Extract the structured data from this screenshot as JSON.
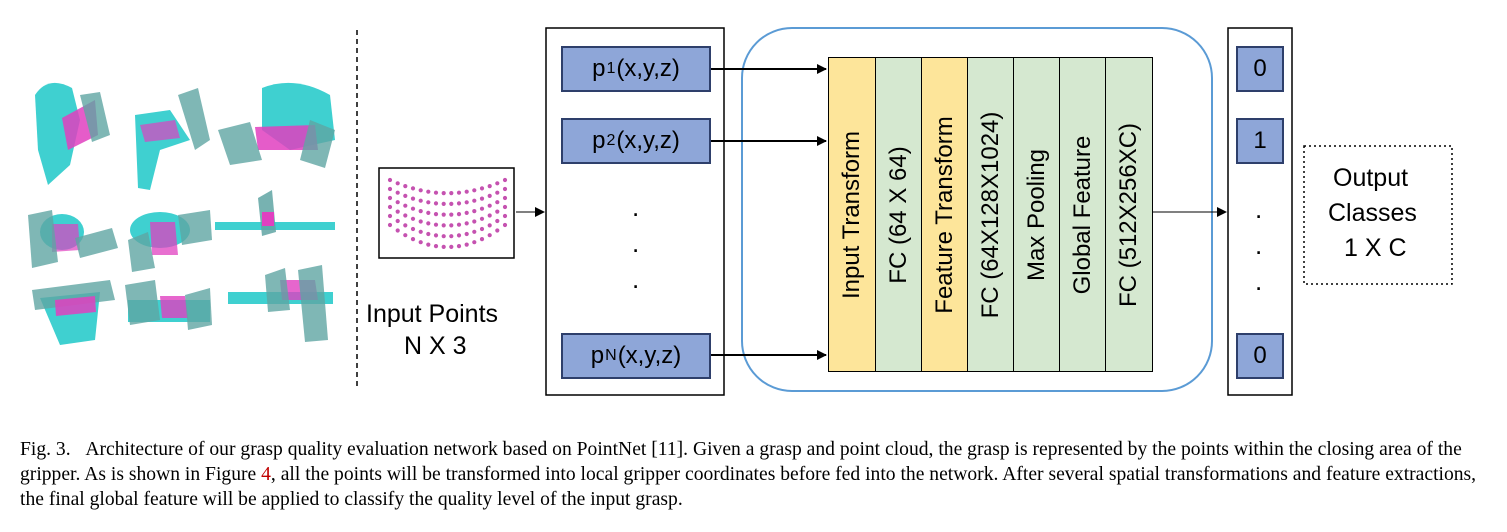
{
  "figure": {
    "input_label_line1": "Input Points",
    "input_label_line2": "N X 3",
    "points": [
      {
        "base": "p",
        "sub": "1",
        "coords": "(x,y,z)"
      },
      {
        "base": "p",
        "sub": "2",
        "coords": "(x,y,z)"
      },
      {
        "base": "p",
        "sub": "N",
        "coords": "(x,y,z)"
      }
    ],
    "ellipsis": ".",
    "layers": [
      {
        "label": "Input Transform",
        "color": "#fde59a"
      },
      {
        "label": "FC (64 X 64)",
        "color": "#d5e8d0"
      },
      {
        "label": "Feature Transform",
        "color": "#fde59a"
      },
      {
        "label": "FC (64X128X1024)",
        "color": "#d5e8d0"
      },
      {
        "label": "Max Pooling",
        "color": "#d5e8d0"
      },
      {
        "label": "Global Feature",
        "color": "#d5e8d0"
      },
      {
        "label": "FC (512X256XC)",
        "color": "#d5e8d0"
      }
    ],
    "outputs": [
      "0",
      "1",
      "0"
    ],
    "output_label_line1": "Output",
    "output_label_line2": "Classes",
    "output_label_line3": "1 X C",
    "colors": {
      "box_fill": "#8ea6d8",
      "box_border": "#2e3f6b",
      "rounded_border": "#5b9bd5",
      "point_cloud": "#c552b0",
      "object_cyan": "#3fd0d0",
      "gripper": "#5fa5a3",
      "grasp_pink": "#e040c0"
    }
  },
  "caption": {
    "prefix": "Fig. 3.",
    "text1": "Architecture of our grasp quality evaluation network based on PointNet [11]. Given a grasp and point cloud, the grasp is represented by the points within the closing area of the gripper. As is shown in Figure ",
    "ref": "4",
    "text2": ", all the points will be transformed into local gripper coordinates before fed into the network. After several spatial transformations and feature extractions, the final global feature will be applied to classify the quality level of the input grasp."
  }
}
